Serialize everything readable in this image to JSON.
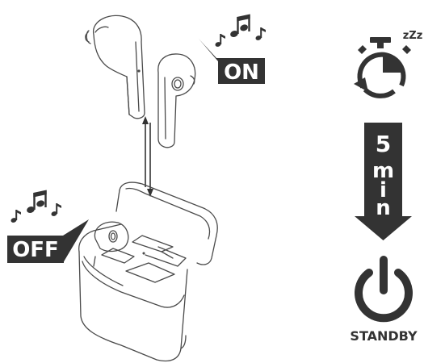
{
  "labels": {
    "on": "ON",
    "off": "OFF",
    "sleep": "zZz",
    "timer_digit": "5",
    "timer_unit_chars": [
      "m",
      "i",
      "n"
    ],
    "standby": "STANDBY"
  },
  "icons": {
    "music_notes": "music-notes-icon",
    "stopwatch": "stopwatch-icon",
    "power": "power-icon",
    "double_arrow": "double-arrow-icon"
  },
  "colors": {
    "ink": "#333333",
    "line": "#4a4a4a",
    "badge_text": "#ffffff",
    "background": "#ffffff"
  }
}
